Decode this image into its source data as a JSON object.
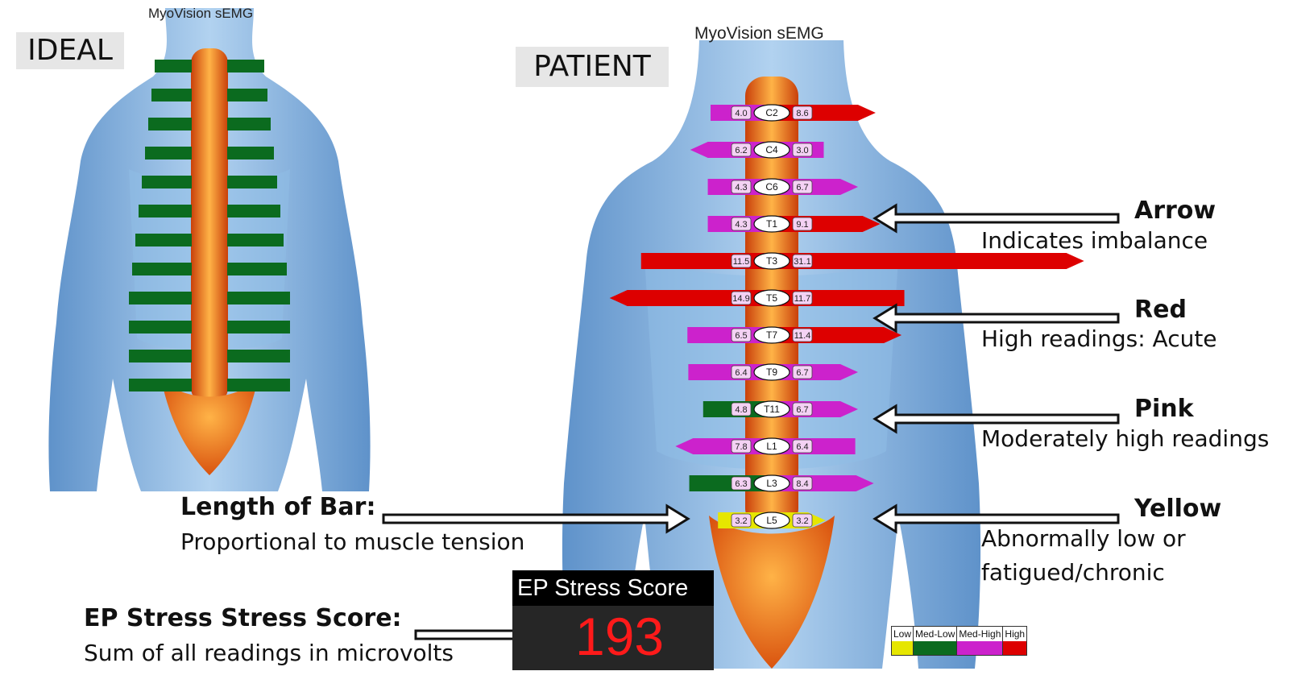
{
  "labels": {
    "ideal": "IDEAL",
    "patient": "PATIENT",
    "ideal_title": "MyoVision sEMG",
    "patient_title": "MyoVision sEMG"
  },
  "legend_notes": [
    {
      "heading": "Arrow",
      "desc": [
        "Indicates imbalance"
      ]
    },
    {
      "heading": "Red",
      "desc": [
        "High readings: Acute"
      ]
    },
    {
      "heading": "Pink",
      "desc": [
        "Moderately high readings"
      ]
    },
    {
      "heading": "Yellow",
      "desc": [
        "Abnormally low or",
        "fatigued/chronic"
      ]
    }
  ],
  "length_note": {
    "heading": "Length of Bar:",
    "desc": "Proportional to muscle tension"
  },
  "score_note": {
    "heading": "EP Stress Stress Score:",
    "desc": "Sum of all readings in microvolts"
  },
  "ep_score": {
    "title": "EP Stress Score",
    "value": "193"
  },
  "color_scale": [
    {
      "label": "Low",
      "color": "#e6e600"
    },
    {
      "label": "Med-Low",
      "color": "#0b6b1f"
    },
    {
      "label": "Med-High",
      "color": "#cc22cc"
    },
    {
      "label": "High",
      "color": "#dd0000"
    }
  ],
  "ideal_levels": 12,
  "patient_readings": [
    {
      "level": "C2",
      "left": "4.0",
      "right": "8.6",
      "left_color": "#cc22cc",
      "right_color": "#dd0000",
      "arrow": "right"
    },
    {
      "level": "C4",
      "left": "6.2",
      "right": "3.0",
      "left_color": "#cc22cc",
      "right_color": "#cc22cc",
      "arrow": "left"
    },
    {
      "level": "C6",
      "left": "4.3",
      "right": "6.7",
      "left_color": "#cc22cc",
      "right_color": "#cc22cc",
      "arrow": "right"
    },
    {
      "level": "T1",
      "left": "4.3",
      "right": "9.1",
      "left_color": "#cc22cc",
      "right_color": "#dd0000",
      "arrow": "right"
    },
    {
      "level": "T3",
      "left": "11.5",
      "right": "31.1",
      "left_color": "#dd0000",
      "right_color": "#dd0000",
      "arrow": "right"
    },
    {
      "level": "T5",
      "left": "14.9",
      "right": "11.7",
      "left_color": "#dd0000",
      "right_color": "#dd0000",
      "arrow": "left"
    },
    {
      "level": "T7",
      "left": "6.5",
      "right": "11.4",
      "left_color": "#cc22cc",
      "right_color": "#dd0000",
      "arrow": "right"
    },
    {
      "level": "T9",
      "left": "6.4",
      "right": "6.7",
      "left_color": "#cc22cc",
      "right_color": "#cc22cc",
      "arrow": "right"
    },
    {
      "level": "T11",
      "left": "4.8",
      "right": "6.7",
      "left_color": "#0b6b1f",
      "right_color": "#cc22cc",
      "arrow": "right"
    },
    {
      "level": "L1",
      "left": "7.8",
      "right": "6.4",
      "left_color": "#cc22cc",
      "right_color": "#cc22cc",
      "arrow": "left"
    },
    {
      "level": "L3",
      "left": "6.3",
      "right": "8.4",
      "left_color": "#0b6b1f",
      "right_color": "#cc22cc",
      "arrow": "right"
    },
    {
      "level": "L5",
      "left": "3.2",
      "right": "3.2",
      "left_color": "#e6e600",
      "right_color": "#e6e600",
      "arrow": "right"
    }
  ]
}
